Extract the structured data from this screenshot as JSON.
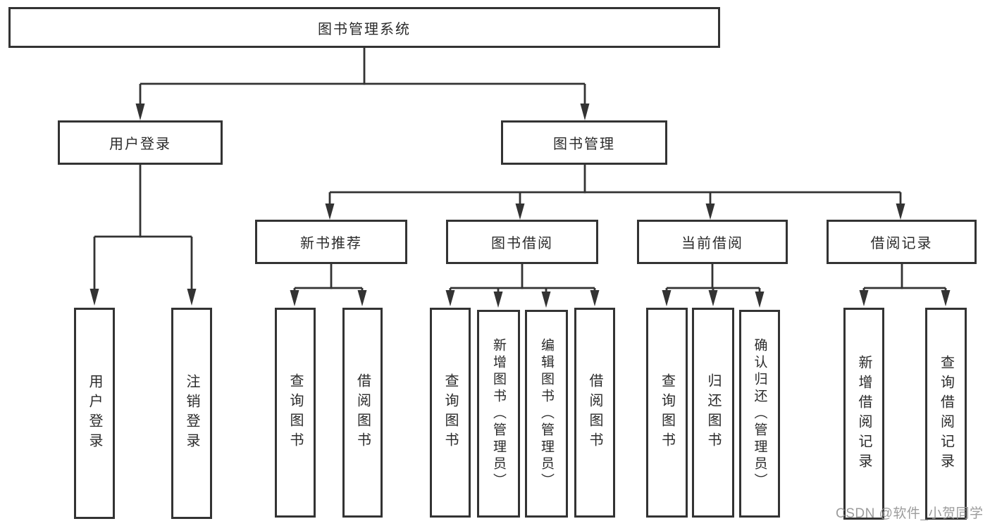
{
  "colors": {
    "line": "#333333",
    "box_border": "#333333",
    "box_fill": "#ffffff",
    "text": "#2b2b2b",
    "watermark": "#949494",
    "background": "#ffffff"
  },
  "watermark": {
    "text": "CSDN @软件_小贺同学"
  },
  "tree": {
    "root": {
      "label": "图书管理系统"
    },
    "children": [
      {
        "label": "用户登录",
        "children": [
          {
            "label": "用户登录"
          },
          {
            "label": "注销登录"
          }
        ]
      },
      {
        "label": "图书管理",
        "children": [
          {
            "label": "新书推荐",
            "children": [
              {
                "label": "查询图书"
              },
              {
                "label": "借阅图书"
              }
            ]
          },
          {
            "label": "图书借阅",
            "children": [
              {
                "label": "查询图书"
              },
              {
                "label": "新增图书（管理员）"
              },
              {
                "label": "编辑图书（管理员）"
              },
              {
                "label": "借阅图书"
              }
            ]
          },
          {
            "label": "当前借阅",
            "children": [
              {
                "label": "查询图书"
              },
              {
                "label": "归还图书"
              },
              {
                "label": "确认归还（管理员）"
              }
            ]
          },
          {
            "label": "借阅记录",
            "children": [
              {
                "label": "新增借阅记录"
              },
              {
                "label": "查询借阅记录"
              }
            ]
          }
        ]
      }
    ]
  }
}
